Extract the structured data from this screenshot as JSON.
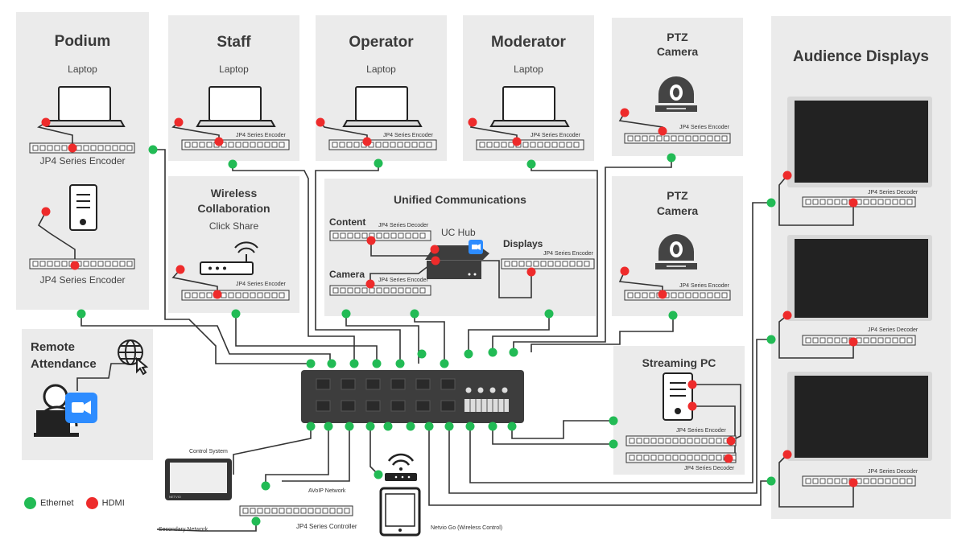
{
  "panels": {
    "podium": {
      "title": "Podium",
      "device": "Laptop",
      "encoder1": "JP4 Series Encoder",
      "encoder2": "JP4 Series Encoder"
    },
    "staff": {
      "title": "Staff",
      "device": "Laptop",
      "encoder": "JP4 Series Encoder"
    },
    "operator": {
      "title": "Operator",
      "device": "Laptop",
      "encoder": "JP4 Series Encoder"
    },
    "moderator": {
      "title": "Moderator",
      "device": "Laptop",
      "encoder": "JP4 Series Encoder"
    },
    "ptz1": {
      "title_line1": "PTZ",
      "title_line2": "Camera",
      "encoder": "JP4 Series Encoder"
    },
    "ptz2": {
      "title_line1": "PTZ",
      "title_line2": "Camera",
      "encoder": "JP4 Series Encoder"
    },
    "wireless": {
      "title_line1": "Wireless",
      "title_line2": "Collaboration",
      "device": "Click Share",
      "encoder": "JP4 Series Encoder"
    },
    "uc": {
      "title": "Unified Communications",
      "content_label": "Content",
      "camera_label": "Camera",
      "displays_label": "Displays",
      "hub_label": "UC Hub",
      "decoder": "JP4 Series Decoder",
      "encoder": "JP4 Series Encoder",
      "displays_encoder": "JP4 Series Encoder"
    },
    "audience": {
      "title": "Audience Displays",
      "decoder1": "JP4 Series Decoder",
      "decoder2": "JP4 Series Decoder",
      "decoder3": "JP4 Series Decoder"
    },
    "remote": {
      "title_line1": "Remote",
      "title_line2": "Attendance"
    },
    "streaming": {
      "title": "Streaming PC",
      "encoder": "JP4 Series Encoder",
      "decoder": "JP4 Series Decoder"
    }
  },
  "misc": {
    "control_system": "Control System",
    "avoip_network": "AVoIP Network",
    "controller": "JP4 Series Controller",
    "secondary_network": "Secondary Network",
    "netvio_go": "Netvio Go (Wireless Control)",
    "tablet_brand": "NETVIO"
  },
  "legend": {
    "ethernet": "Ethernet",
    "hdmi": "HDMI"
  },
  "colors": {
    "ethernet": "#22bb55",
    "hdmi": "#ee2b2b",
    "panel": "#ebebeb",
    "switch": "#3d3d3d",
    "zoom_blue": "#2d8cff"
  }
}
